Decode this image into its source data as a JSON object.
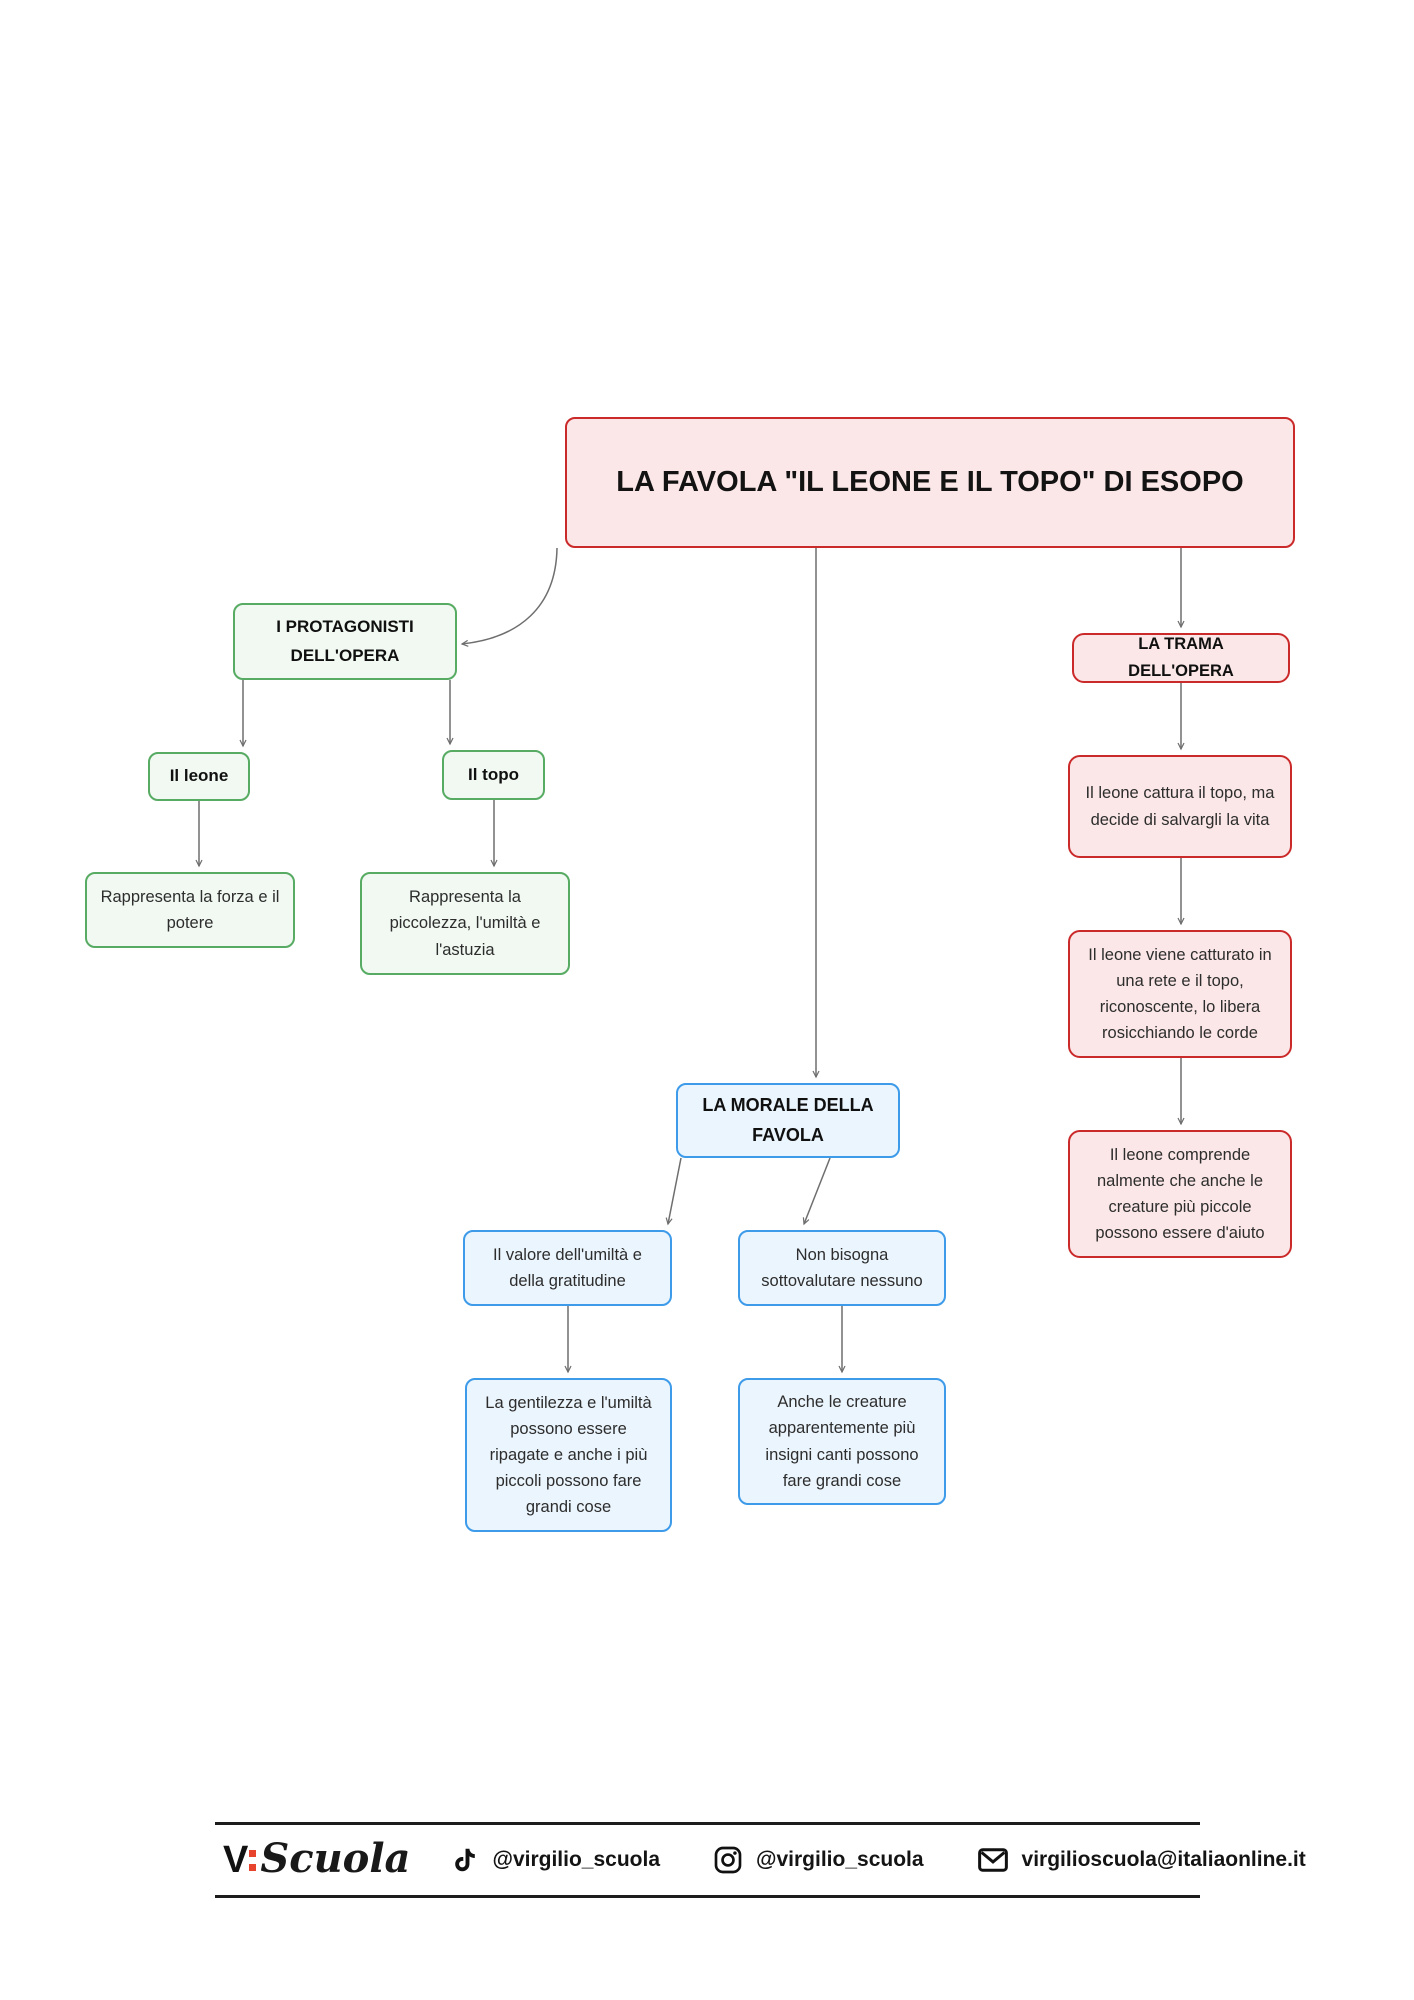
{
  "mindmap": {
    "title": "LA FAVOLA \"IL LEONE E IL TOPO\" DI ESOPO",
    "branches": {
      "protagonisti": {
        "label": "I PROTAGONISTI DELL'OPERA",
        "children": [
          {
            "label": "Il leone",
            "description": "Rappresenta la forza e il potere"
          },
          {
            "label": "Il topo",
            "description": "Rappresenta la piccolezza, l'umiltà e l'astuzia"
          }
        ]
      },
      "trama": {
        "label": "LA TRAMA DELL'OPERA",
        "steps": [
          "Il leone cattura il topo, ma decide di salvargli la vita",
          "Il leone viene catturato in una rete e il topo, riconoscente, lo libera rosicchiando le corde",
          "Il leone comprende nalmente che  anche le creature più piccole possono essere d'aiuto"
        ]
      },
      "morale": {
        "label": "LA MORALE DELLA FAVOLA",
        "children": [
          {
            "label": "Il valore dell'umiltà e della gratitudine",
            "description": "La gentilezza e l'umiltà possono essere ripagate e anche i più piccoli possono fare grandi cose"
          },
          {
            "label": "Non bisogna sottovalutare nessuno",
            "description": "Anche le creature apparentemente più insigni canti possono fare grandi cose"
          }
        ]
      }
    },
    "colors": {
      "red_border": "#cb2a2a",
      "red_fill": "#fbe7e7",
      "green_border": "#57ab63",
      "green_fill": "#f1f9f2",
      "blue_border": "#3d9be9",
      "blue_fill": "#ebf5fd",
      "connector_gray": "#6e6e6e"
    }
  },
  "footer": {
    "logo": {
      "v": "V",
      "word": "Scuola",
      "colon_color": "#e8432d"
    },
    "tiktok_handle": "@virgilio_scuola",
    "instagram_handle": "@virgilio_scuola",
    "email": "virgilioscuola@italiaonline.it"
  }
}
